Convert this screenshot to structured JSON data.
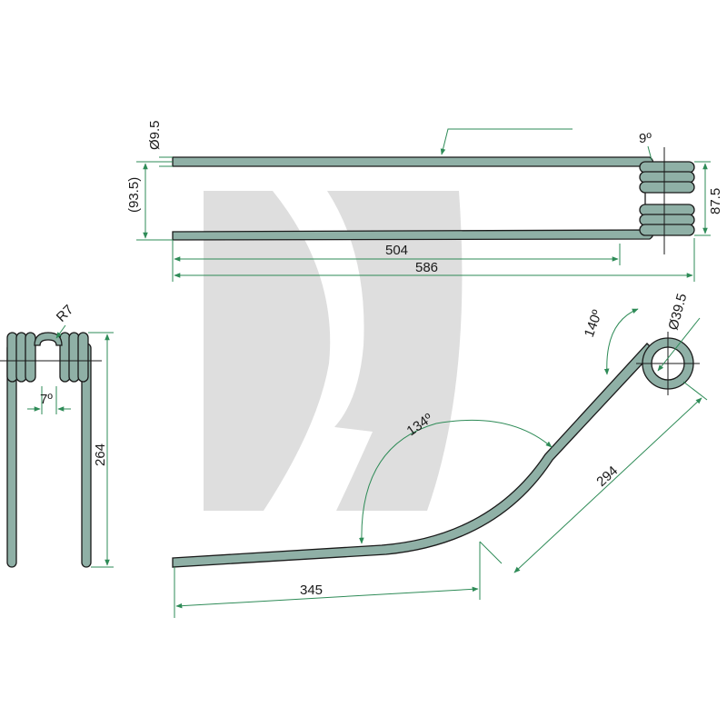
{
  "colors": {
    "wire_fill": "#8fb0a6",
    "outline": "#1a1a1a",
    "dimension_line": "#2e8b57",
    "watermark": "#d9d9d9"
  },
  "views": {
    "top": {
      "diameter_label": "Ø9.5",
      "angle_label": "9º",
      "gap_label": "(93.5)",
      "height_label": "87.5",
      "inner_length_label": "504",
      "overall_length_label": "586"
    },
    "side": {
      "radius_label": "R7",
      "angle_label": "7º",
      "length_label": "264"
    },
    "profile": {
      "coil_diameter_label": "Ø39.5",
      "coil_angle_label": "140º",
      "bend_angle_label": "134º",
      "straight_length_label": "345",
      "arm_length_label": "294"
    }
  }
}
